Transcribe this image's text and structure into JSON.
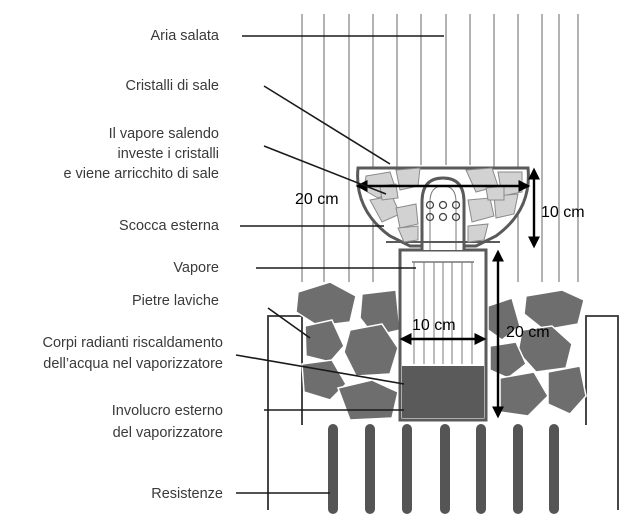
{
  "labels": {
    "aria_salata": "Aria salata",
    "cristalli": "Cristalli di sale",
    "vapore_l1": "Il vapore salendo",
    "vapore_l2": "investe i cristalli",
    "vapore_l3": "e viene arricchito di sale",
    "scocca": "Scocca esterna",
    "vapore": "Vapore",
    "pietre": "Pietre laviche",
    "corpi_l1": "Corpi radianti riscaldamento",
    "corpi_l2": "dell’acqua nel vaporizzatore",
    "involucro_l1": "Involucro esterno",
    "involucro_l2": "del vaporizzatore",
    "resistenze": "Resistenze"
  },
  "dimensions": {
    "bowl_width": "20 cm",
    "bowl_height": "10 cm",
    "vaporizer_width": "10 cm",
    "vaporizer_height": "20 cm"
  },
  "colors": {
    "stone": "#6e6e6e",
    "salt": "#d2d2d2",
    "housing": "#5a5a5a",
    "stream": "#8a8a8a"
  }
}
